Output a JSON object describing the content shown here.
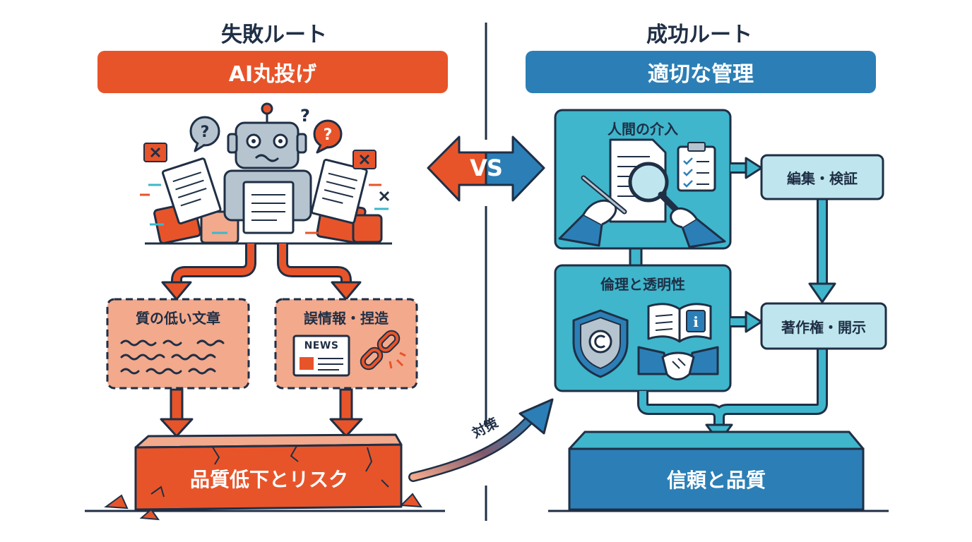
{
  "left": {
    "title": "失敗ルート",
    "banner": "AI丸投げ",
    "box_low_quality": "質の低い文章",
    "box_misinfo": "誤情報・捏造",
    "news_label": "NEWS",
    "result": "品質低下とリスク"
  },
  "center": {
    "vs": "VS",
    "countermeasure": "対策"
  },
  "right": {
    "title": "成功ルート",
    "banner": "適切な管理",
    "human_panel": "人間の介入",
    "ethics_panel": "倫理と透明性",
    "edit_verify": "編集・検証",
    "copyright_disclosure": "著作権・開示",
    "result": "信頼と品質"
  },
  "colors": {
    "orange": "#e8542a",
    "light_orange": "#f3a98c",
    "navy": "#1f2f45",
    "blue": "#2b7fb6",
    "teal": "#3fb6cc",
    "light_teal": "#bfe6ee"
  },
  "icons": [
    "robot-icon",
    "question-icon",
    "error-x-icon",
    "document-icon",
    "news-icon",
    "broken-link-icon",
    "magnifier-icon",
    "clipboard-icon",
    "pen-hand-icon",
    "copyright-shield-icon",
    "info-book-icon",
    "handshake-icon"
  ]
}
